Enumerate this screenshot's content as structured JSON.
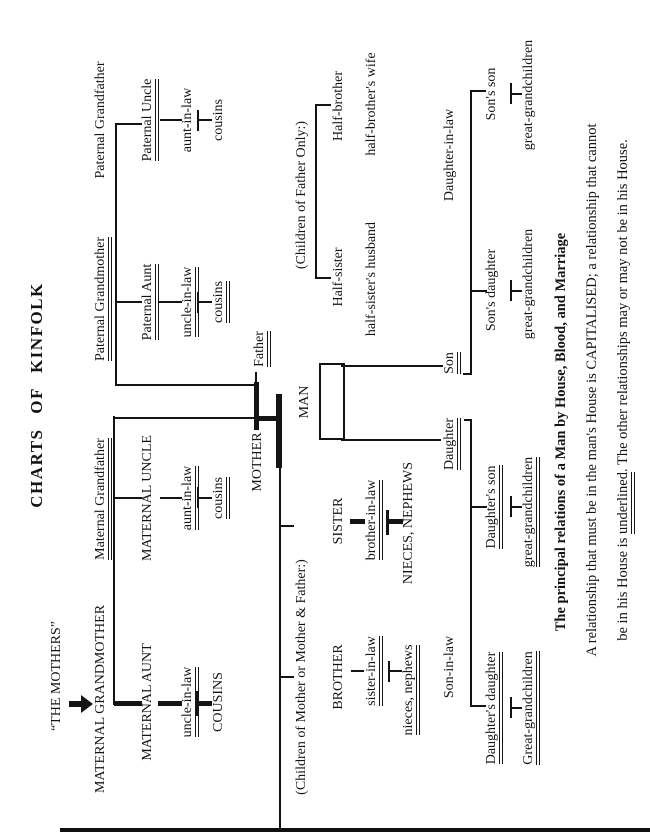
{
  "title": "CHARTS OF KINFOLK",
  "labels": {
    "the_mothers": "“THE MOTHERS”",
    "children_of_mother": "(Children of Mother or Mother & Father:)",
    "children_of_father": "(Children of Father Only:)"
  },
  "grandparents": {
    "maternal_grandmother": "MATERNAL GRANDMOTHER",
    "maternal_grandfather": "Maternal Grandfather",
    "paternal_grandmother": "Paternal Grandmother",
    "paternal_grandfather": "Paternal Grandfather"
  },
  "aunts_uncles": {
    "maternal_aunt": "MATERNAL AUNT",
    "maternal_uncle": "MATERNAL UNCLE",
    "paternal_aunt": "Paternal Aunt",
    "paternal_uncle": "Paternal Uncle",
    "maternal_aunt_spouse": "uncle-in-law",
    "maternal_uncle_spouse": "aunt-in-law",
    "paternal_aunt_spouse": "uncle-in-law",
    "paternal_uncle_spouse": "aunt-in-law",
    "maternal_aunt_children": "COUSINS",
    "maternal_uncle_children": "cousins",
    "paternal_aunt_children": "cousins",
    "paternal_uncle_children": "cousins"
  },
  "parents": {
    "mother": "MOTHER",
    "father": "Father"
  },
  "man": "MAN",
  "siblings": {
    "brother": "BROTHER",
    "sister": "SISTER",
    "half_sister": "Half-sister",
    "half_brother": "Half-brother",
    "brother_spouse": "sister-in-law",
    "sister_spouse": "brother-in-law",
    "half_sister_spouse": "half-sister's husband",
    "half_brother_spouse": "half-brother's wife",
    "brother_children": "nieces, nephews",
    "sister_children": "NIECES, NEPHEWS"
  },
  "children": {
    "son_in_law": "Son-in-law",
    "daughter": "Daughter",
    "son": "Son",
    "daughter_in_law": "Daughter-in-law"
  },
  "grandchildren": {
    "daughters_daughter": "Daughter's daughter",
    "daughters_son": "Daughter's son",
    "sons_daughter": "Son's daughter",
    "sons_son": "Son's son"
  },
  "great_grandchildren": {
    "via_daughters_daughter": "Great-grandchildren",
    "via_daughters_son": "great-grandchildren",
    "via_sons_daughter": "great-grandchildren",
    "via_sons_son": "great-grandchildren"
  },
  "caption": {
    "heading": "The principal relations of a Man by House, Blood, and Marriage",
    "line1": "A relationship that must be in the man's House is CAPITALISED; a relationship that cannot",
    "line2_pre": "be in his House is ",
    "line2_underlined": "underlined",
    "line2_post": ". The other relationships may or may not be in his House."
  }
}
